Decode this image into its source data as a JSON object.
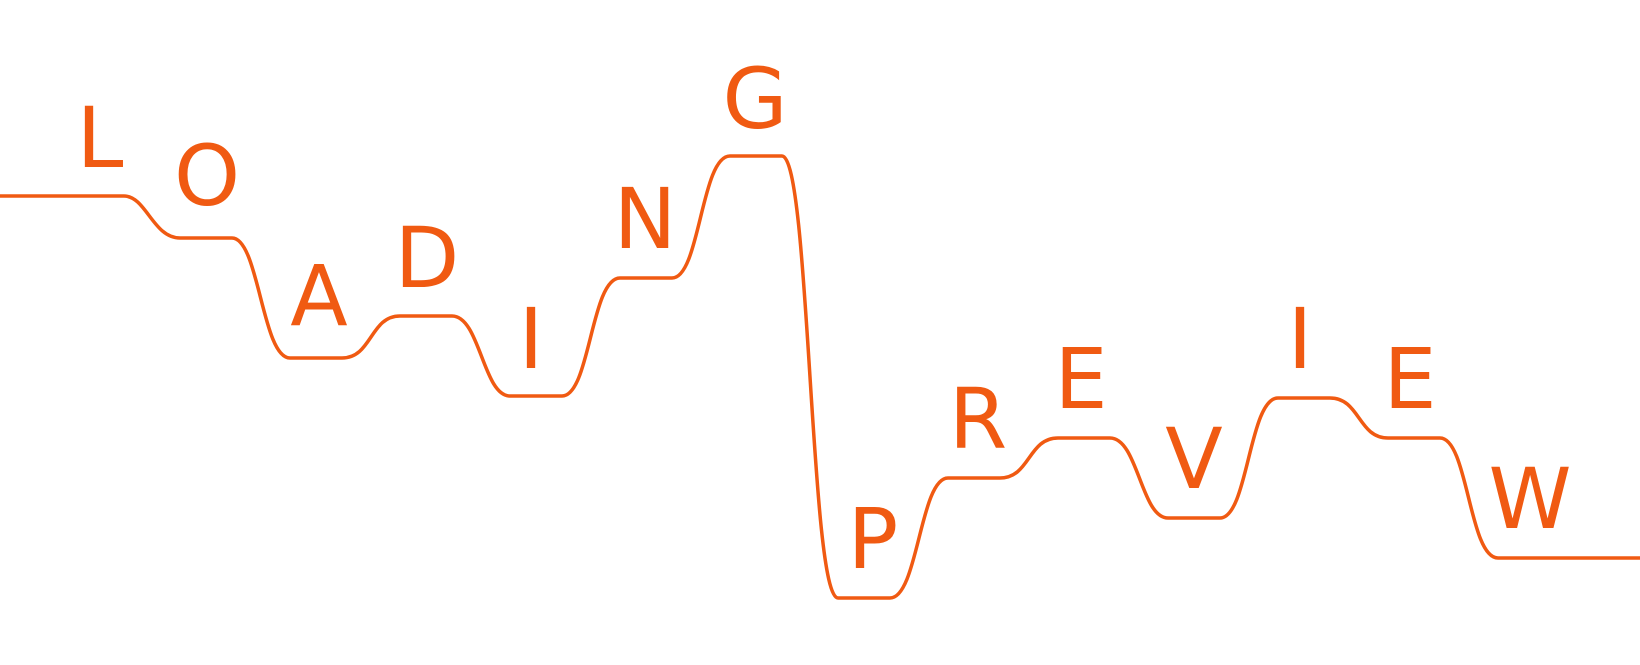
{
  "accent_color": "#F05A12",
  "words": [
    {
      "name": "word-loading",
      "text": "LOADING",
      "letters": [
        "L",
        "O",
        "A",
        "D",
        "I",
        "N",
        "G"
      ]
    },
    {
      "name": "word-preview",
      "text": "PREVIEW",
      "letters": [
        "P",
        "R",
        "E",
        "V",
        "I",
        "E",
        "W"
      ]
    }
  ]
}
